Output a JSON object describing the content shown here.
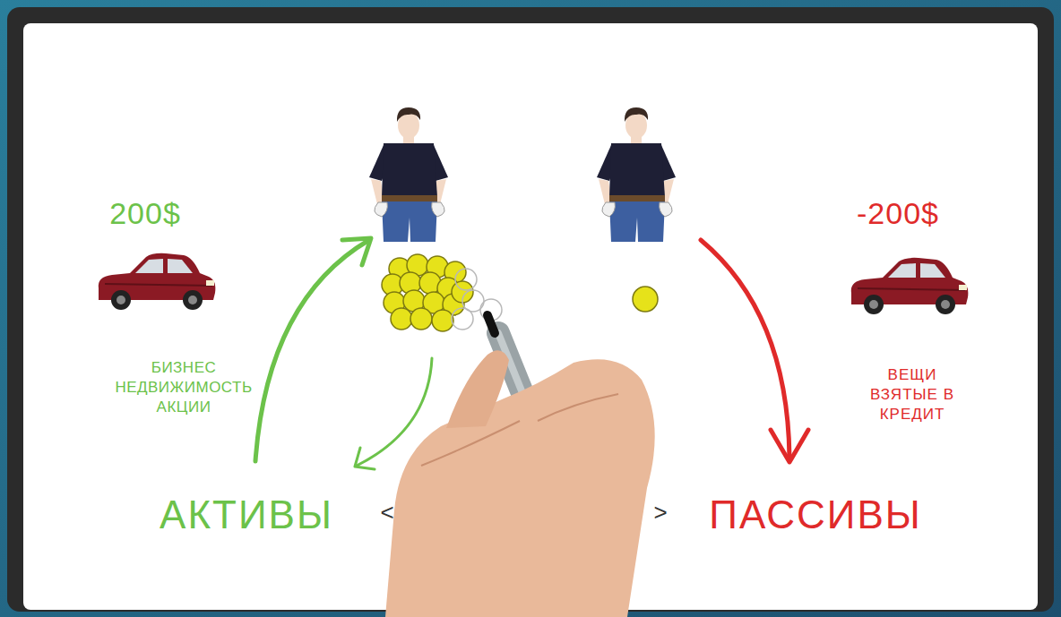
{
  "diagram": {
    "labels": [
      "200$",
      "-200$",
      "БИЗНЕС НЕДВИЖИМОСТЬ АКЦИИ",
      "ВЕЩИ ВЗЯТЫЕ В КРЕДИТ",
      "АКТИВЫ",
      "ПАССИВЫ",
      "<",
      ">"
    ]
  }
}
